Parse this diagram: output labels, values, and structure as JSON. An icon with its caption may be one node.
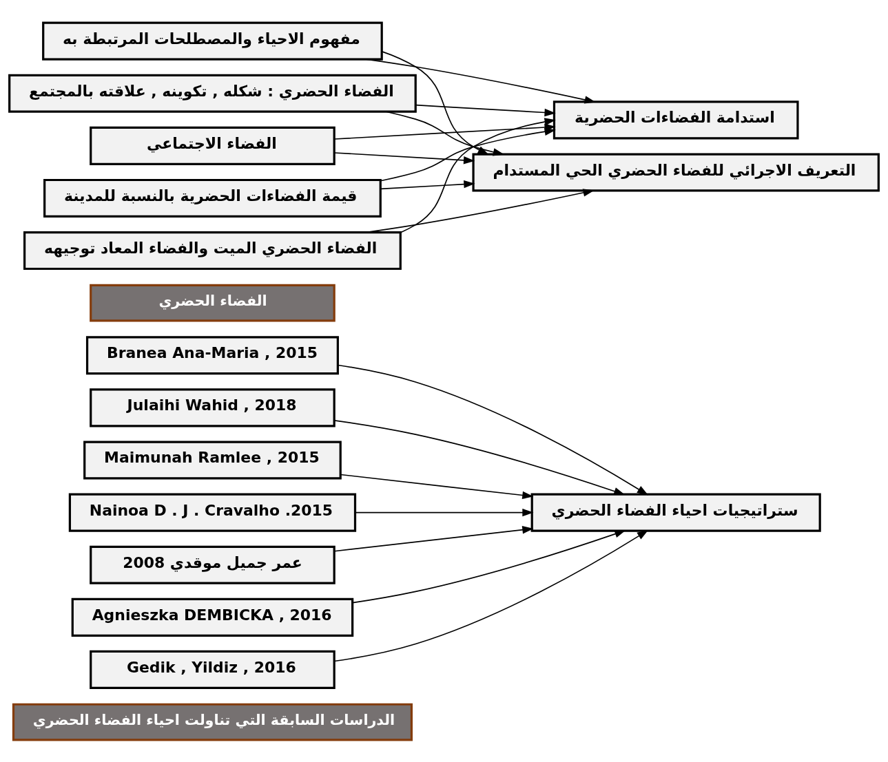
{
  "diagram": {
    "nodes": [
      {
        "text": [
          "الدراسات السابقة التي تناولت احياء الفضاء الحضري"
        ]
      },
      {
        "text": [
          "Branea Ana-Maria , 2015"
        ]
      },
      {
        "text": [
          "Julaihi Wahid , 2018"
        ]
      },
      {
        "text": [
          "Maimunah Ramlee , 2015"
        ]
      },
      {
        "text": [
          "Nainoa D . J . Cravalho .2015"
        ]
      },
      {
        "text": [
          "عمر جميل موقدي 2008"
        ]
      },
      {
        "text": [
          "Agnieszka DEMBICKA , 2016"
        ]
      },
      {
        "text": [
          "Gedik , Yildiz , 2016"
        ]
      },
      {
        "text": [
          "ستراتيجيات احياء الفضاء الحضري"
        ]
      },
      {
        "text": [
          "الفضاء الحضري"
        ]
      },
      {
        "text": [
          "الفضاء الحضري : شكله , تكوينه , علاقته بالمجتمع"
        ]
      },
      {
        "text": [
          "الفضاء الاجتماعي"
        ]
      },
      {
        "text": [
          "قيمة الفضاءات الحضرية بالنسبة للمدينة"
        ]
      },
      {
        "text": [
          "الفضاء الحضري الميت والفضاء المعاد توجيهه"
        ]
      },
      {
        "text": [
          "مفهوم الاحياء والمصطلحات المرتبطة به"
        ]
      },
      {
        "text": [
          "استدامة الفضاءات الحضرية"
        ]
      },
      {
        "text": [
          "التعريف الاجرائي للفضاء الحضري الحي المستدام"
        ]
      }
    ],
    "edges": [
      {
        "from": 1,
        "to": 8,
        "arrow": "to"
      },
      {
        "from": 2,
        "to": 8,
        "arrow": "to"
      },
      {
        "from": 3,
        "to": 8,
        "arrow": "to"
      },
      {
        "from": 4,
        "to": 8,
        "arrow": "to"
      },
      {
        "from": 5,
        "to": 8,
        "arrow": "to"
      },
      {
        "from": 6,
        "to": 8,
        "arrow": "to"
      },
      {
        "from": 7,
        "to": 8,
        "arrow": "to"
      },
      {
        "from": 10,
        "to": 15,
        "arrow": "to"
      },
      {
        "from": 11,
        "to": 15,
        "arrow": "to"
      },
      {
        "from": 12,
        "to": 15,
        "arrow": "to"
      },
      {
        "from": 13,
        "to": 15,
        "arrow": "to"
      },
      {
        "from": 14,
        "to": 15,
        "arrow": "to"
      },
      {
        "from": 10,
        "to": 16,
        "arrow": "to"
      },
      {
        "from": 11,
        "to": 16,
        "arrow": "to"
      },
      {
        "from": 12,
        "to": 16,
        "arrow": "to"
      },
      {
        "from": 13,
        "to": 16,
        "arrow": "to"
      },
      {
        "from": 14,
        "to": 16,
        "arrow": "to"
      }
    ]
  }
}
